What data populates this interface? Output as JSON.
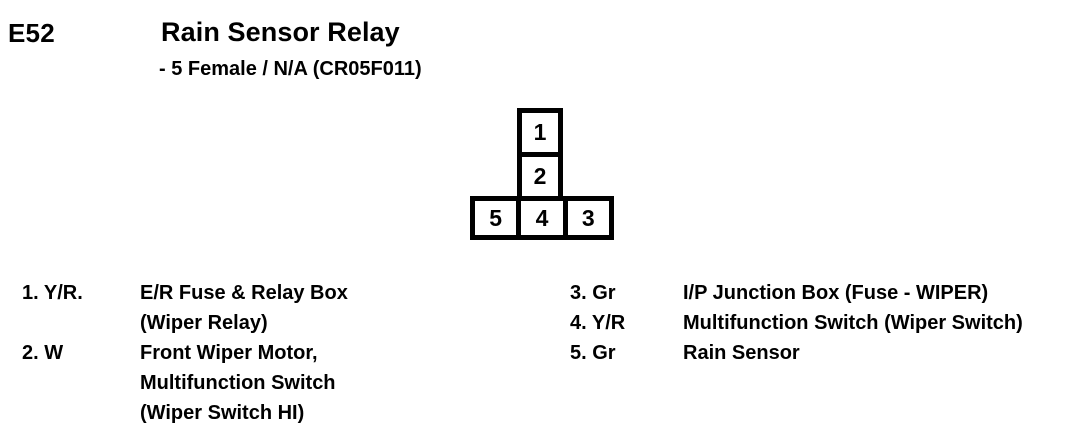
{
  "header": {
    "code": "E52",
    "title": "Rain Sensor Relay",
    "subtitle": "- 5 Female / N/A (CR05F011)"
  },
  "connector": {
    "column_pins": [
      "1",
      "2"
    ],
    "row_pins": [
      "5",
      "4",
      "3"
    ],
    "stroke_color": "#000000",
    "fill_color": "#ffffff"
  },
  "pin_list": {
    "left": [
      {
        "ref": "1. Y/R.",
        "desc": "E/R Fuse & Relay Box",
        "desc_lines": [
          "(Wiper Relay)"
        ]
      },
      {
        "ref": "2. W",
        "desc": "Front Wiper Motor,",
        "desc_lines": [
          "Multifunction Switch",
          "(Wiper Switch HI)"
        ]
      }
    ],
    "right": [
      {
        "ref": "3. Gr",
        "desc": "I/P Junction Box (Fuse - WIPER)",
        "desc_lines": []
      },
      {
        "ref": "4. Y/R",
        "desc": "Multifunction Switch (Wiper Switch)",
        "desc_lines": []
      },
      {
        "ref": "5. Gr",
        "desc": "Rain Sensor",
        "desc_lines": []
      }
    ]
  }
}
